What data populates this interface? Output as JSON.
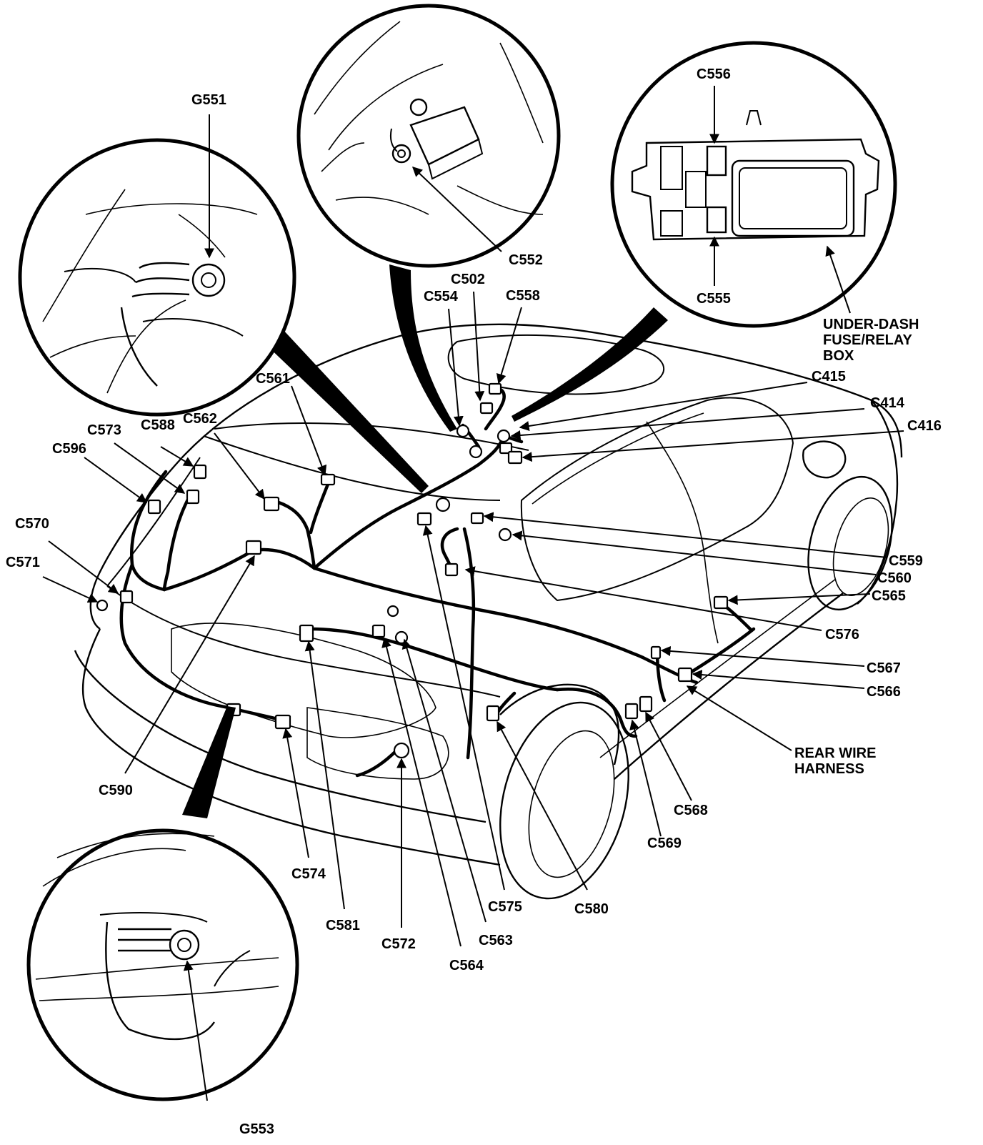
{
  "labels": {
    "g551": "G551",
    "g553": "G553",
    "c552": "C552",
    "c556": "C556",
    "c555": "C555",
    "under_dash_box": [
      "UNDER-DASH",
      "FUSE/RELAY",
      "BOX"
    ],
    "c502": "C502",
    "c554": "C554",
    "c558": "C558",
    "c415": "C415",
    "c414": "C414",
    "c416": "C416",
    "c561": "C561",
    "c562": "C562",
    "c573": "C573",
    "c588": "C588",
    "c596": "C596",
    "c570": "C570",
    "c571": "C571",
    "c559": "C559",
    "c560": "C560",
    "c565": "C565",
    "c576": "C576",
    "c567": "C567",
    "c566": "C566",
    "rear_wire_harness": [
      "REAR WIRE",
      "HARNESS"
    ],
    "c568": "C568",
    "c569": "C569",
    "c580": "C580",
    "c575": "C575",
    "c563": "C563",
    "c564": "C564",
    "c572": "C572",
    "c581": "C581",
    "c574": "C574",
    "c590": "C590"
  }
}
